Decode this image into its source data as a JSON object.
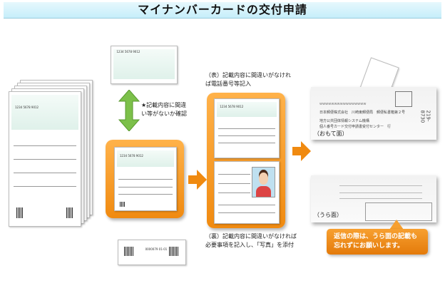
{
  "title": "マイナンバーカードの交付申請",
  "form": {
    "number": "1234 5678 9012",
    "barcode_text": "0000079 01-01"
  },
  "notes": {
    "confirm": "★記載内容に間違い等がないか確認",
    "front": "（表）記載内容に間違いがなければ電話番号等記入",
    "back": "（裏）記載内容に間違いがなければ必要事項を記入し、「写真」を添付"
  },
  "envelope": {
    "front_label": "（おもて面）",
    "back_label": "（うら面）",
    "line1": "日本郵便株式会社　川崎東郵便局　郵便私書箱第２号",
    "line2": "地方公共団体情報システム機構",
    "line3": "個人番号カード交付申請書受付センター　行",
    "postal_code": "219-8730"
  },
  "callout": "返信の際は、うら面の記載も忘れずにお願いします。",
  "colors": {
    "orange": "#f08a10",
    "green": "#7cc04a",
    "title_bg": "#c6eefa"
  }
}
